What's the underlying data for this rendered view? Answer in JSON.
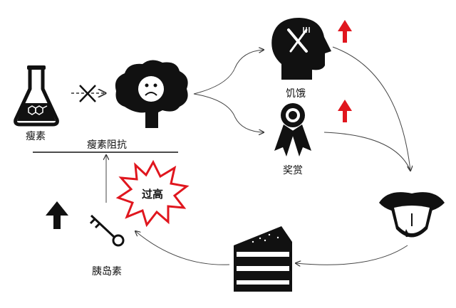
{
  "labels": {
    "leptin": "瘦素",
    "leptin_resistance": "瘦素阻抗",
    "hunger": "饥饿",
    "reward": "奖赏",
    "too_high": "过高",
    "insulin": "胰岛素"
  },
  "colors": {
    "ink": "#111111",
    "accent_red": "#e0161e",
    "arrow_gray": "#555555"
  },
  "icons": [
    "flask-icon",
    "sad-brain-icon",
    "head-fork-knife-icon",
    "award-ribbon-icon",
    "mouth-tongue-icon",
    "cake-slice-icon",
    "key-icon",
    "up-arrow-icon",
    "starburst-icon"
  ]
}
